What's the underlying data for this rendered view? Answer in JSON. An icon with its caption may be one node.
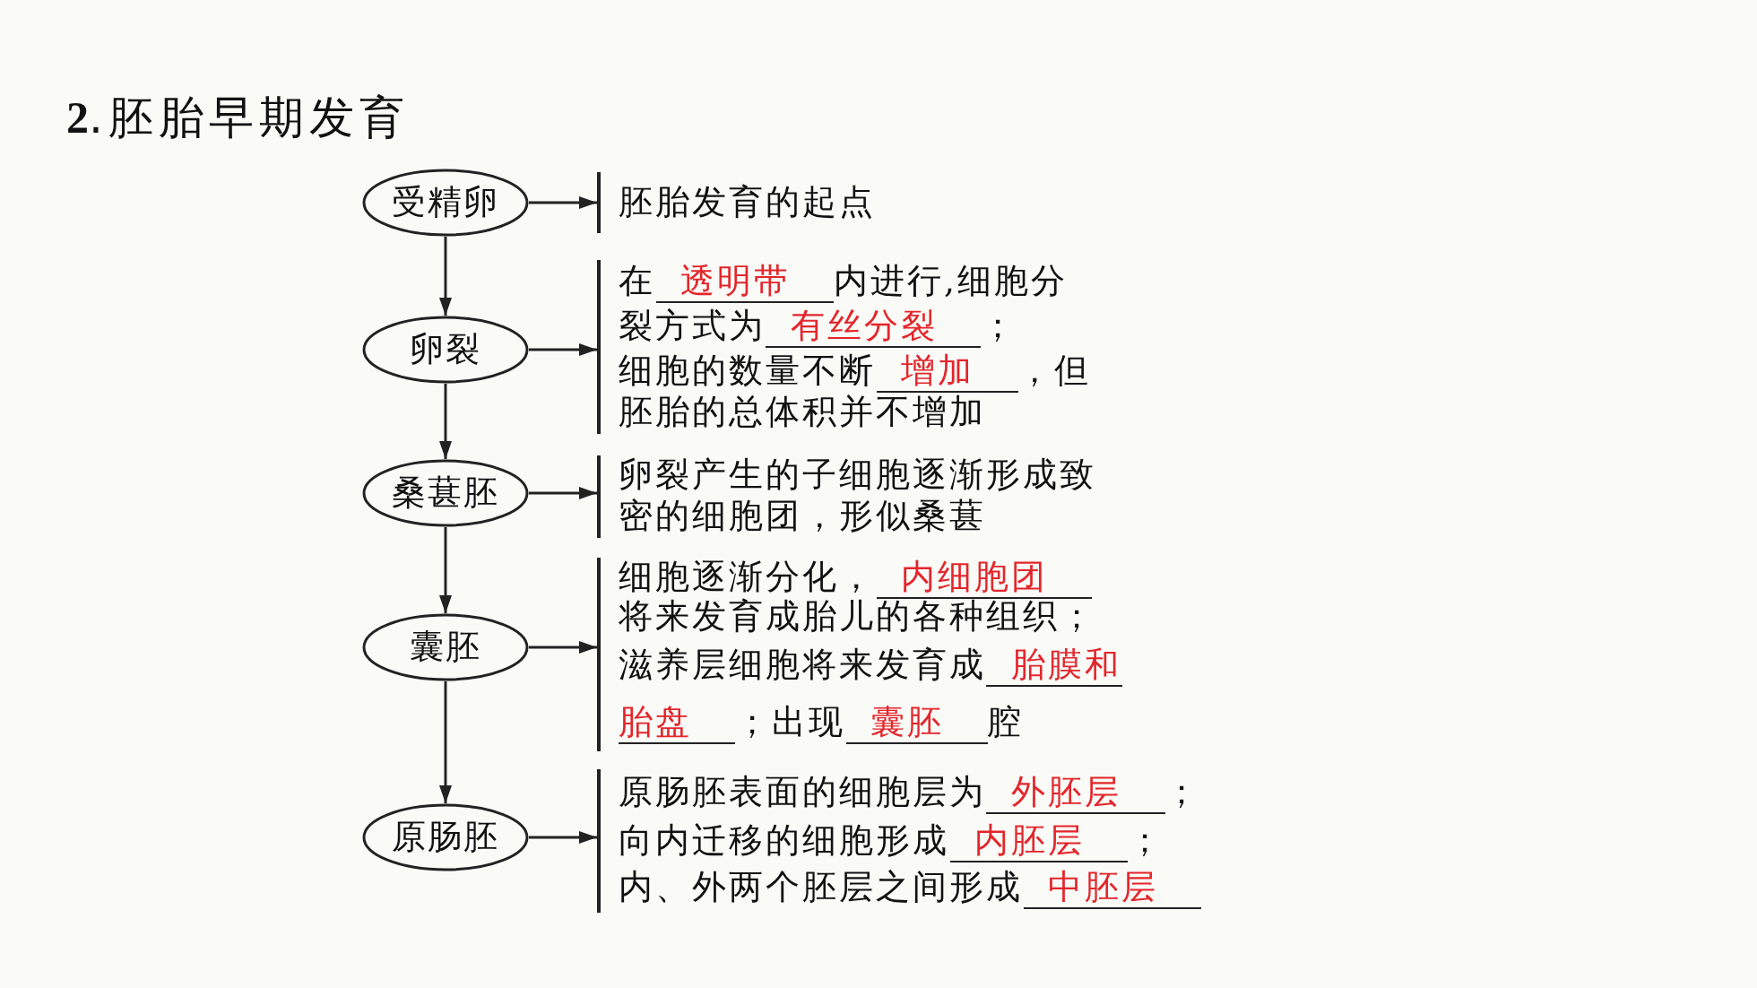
{
  "diagram": {
    "title": "**2**.胚胎早期发育",
    "nodes": [
      {
        "text": [
          "受精卵"
        ]
      },
      {
        "text": [
          "卵裂"
        ]
      },
      {
        "text": [
          "桑葚胚"
        ]
      },
      {
        "text": [
          "囊胚"
        ]
      },
      {
        "text": [
          "原肠胚"
        ]
      },
      {
        "text": [
          "胚胎发育的起点"
        ]
      },
      {
        "text": [
          "在**透明带**内进行,细胞分裂方式为**有丝分裂**；",
          "细胞的数量不断**增加**，但胚胎的总体积并不增加"
        ]
      },
      {
        "text": [
          "卵裂产生的子细胞逐渐形成致密的细胞团，形似桑葚"
        ]
      },
      {
        "text": [
          "细胞逐渐分化，**内细胞团**将来发育成胎儿的各种组织；",
          "滋养层细胞将来发育成**胎膜和胎盘**；出现**囊胚**腔"
        ]
      },
      {
        "text": [
          "原肠胚表面的细胞层为**外胚层**；",
          "向内迁移的细胞形成**内胚层**；",
          "内、外两个胚层之间形成**中胚层**"
        ]
      }
    ],
    "edges": [
      {
        "from": 0,
        "to": 5,
        "arrow": "to"
      },
      {
        "from": 0,
        "to": 1,
        "arrow": "to"
      },
      {
        "from": 1,
        "to": 6,
        "arrow": "to"
      },
      {
        "from": 1,
        "to": 2,
        "arrow": "to"
      },
      {
        "from": 2,
        "to": 7,
        "arrow": "to"
      },
      {
        "from": 2,
        "to": 3,
        "arrow": "to"
      },
      {
        "from": 3,
        "to": 8,
        "arrow": "to"
      },
      {
        "from": 3,
        "to": 4,
        "arrow": "to"
      },
      {
        "from": 4,
        "to": 9,
        "arrow": "to"
      }
    ]
  }
}
